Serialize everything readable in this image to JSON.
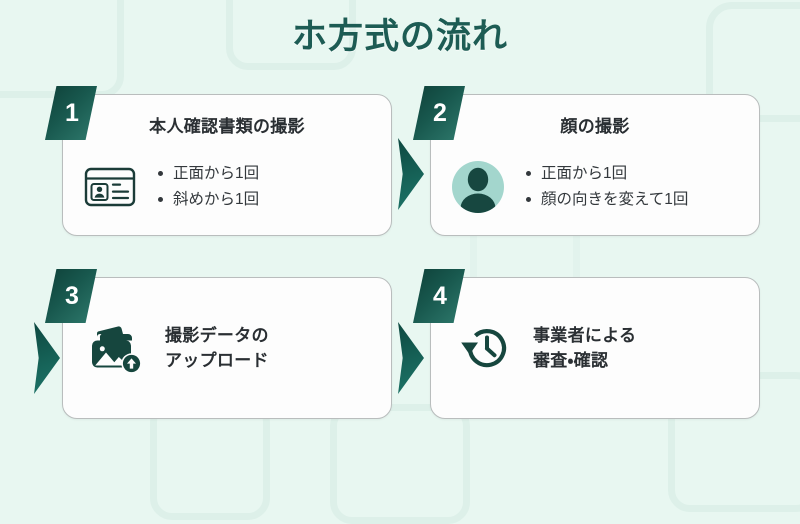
{
  "page": {
    "title": "ホ方式の流れ",
    "background_color": "#e8f7f1",
    "accent_color": "#0e4038",
    "title_color": "#1d5c54"
  },
  "flow": {
    "steps": [
      {
        "number": "1",
        "title": "本人確認書類の撮影",
        "icon": "id-card-icon",
        "layout": "bulleted",
        "bullets": [
          "正面から1回",
          "斜めから1回"
        ]
      },
      {
        "number": "2",
        "title": "顔の撮影",
        "icon": "face-avatar-icon",
        "layout": "bulleted",
        "bullets": [
          "正面から1回",
          "顔の向きを変えて1回"
        ]
      },
      {
        "number": "3",
        "title": "",
        "icon": "photo-upload-icon",
        "layout": "stacked",
        "label_lines": [
          "撮影データの",
          "アップロード"
        ]
      },
      {
        "number": "4",
        "title": "",
        "icon": "history-clock-icon",
        "layout": "stacked",
        "label_lines": [
          "事業者による",
          "審査・確認"
        ]
      }
    ],
    "connectors": [
      "arrow-step1-to-step2",
      "arrow-row-wrap",
      "arrow-step3-to-step4"
    ]
  }
}
